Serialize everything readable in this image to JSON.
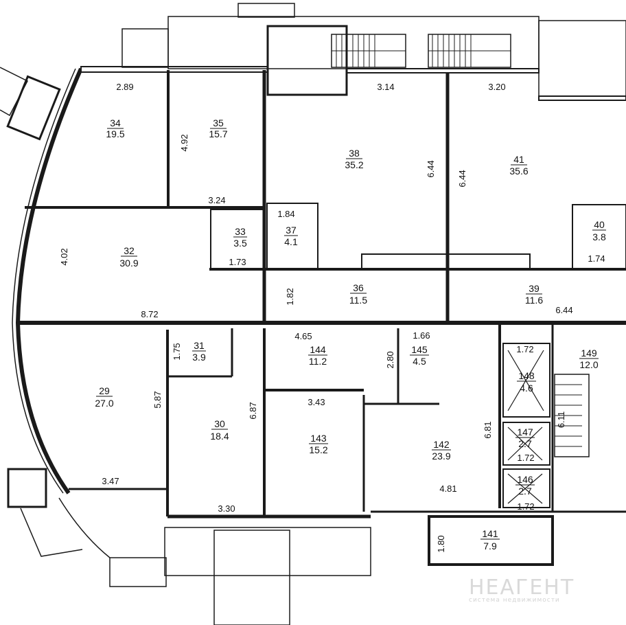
{
  "rooms": [
    {
      "id": "34",
      "number": "34",
      "area": "19.5"
    },
    {
      "id": "35",
      "number": "35",
      "area": "15.7"
    },
    {
      "id": "38",
      "number": "38",
      "area": "35.2"
    },
    {
      "id": "41",
      "number": "41",
      "area": "35.6"
    },
    {
      "id": "32",
      "number": "32",
      "area": "30.9"
    },
    {
      "id": "33",
      "number": "33",
      "area": "3.5"
    },
    {
      "id": "37",
      "number": "37",
      "area": "4.1"
    },
    {
      "id": "40",
      "number": "40",
      "area": "3.8"
    },
    {
      "id": "36",
      "number": "36",
      "area": "11.5"
    },
    {
      "id": "39",
      "number": "39",
      "area": "11.6"
    },
    {
      "id": "29",
      "number": "29",
      "area": "27.0"
    },
    {
      "id": "31",
      "number": "31",
      "area": "3.9"
    },
    {
      "id": "30",
      "number": "30",
      "area": "18.4"
    },
    {
      "id": "144",
      "number": "144",
      "area": "11.2"
    },
    {
      "id": "145",
      "number": "145",
      "area": "4.5"
    },
    {
      "id": "143",
      "number": "143",
      "area": "15.2"
    },
    {
      "id": "142",
      "number": "142",
      "area": "23.9"
    },
    {
      "id": "148",
      "number": "148",
      "area": "4.6"
    },
    {
      "id": "149",
      "number": "149",
      "area": "12.0"
    },
    {
      "id": "147",
      "number": "147",
      "area": "2.7"
    },
    {
      "id": "146",
      "number": "146",
      "area": "2.7"
    },
    {
      "id": "141",
      "number": "141",
      "area": "7.9"
    }
  ],
  "dimensions": [
    {
      "id": "d-289",
      "value": "2.89"
    },
    {
      "id": "d-314",
      "value": "3.14"
    },
    {
      "id": "d-320",
      "value": "3.20"
    },
    {
      "id": "d-492",
      "value": "4.92"
    },
    {
      "id": "d-644-a",
      "value": "6.44"
    },
    {
      "id": "d-644-b",
      "value": "6.44"
    },
    {
      "id": "d-324",
      "value": "3.24"
    },
    {
      "id": "d-184",
      "value": "1.84"
    },
    {
      "id": "d-402",
      "value": "4.02"
    },
    {
      "id": "d-173",
      "value": "1.73"
    },
    {
      "id": "d-174",
      "value": "1.74"
    },
    {
      "id": "d-182",
      "value": "1.82"
    },
    {
      "id": "d-872",
      "value": "8.72"
    },
    {
      "id": "d-644-c",
      "value": "6.44"
    },
    {
      "id": "d-465",
      "value": "4.65"
    },
    {
      "id": "d-166",
      "value": "1.66"
    },
    {
      "id": "d-172-a",
      "value": "1.72"
    },
    {
      "id": "d-175",
      "value": "1.75"
    },
    {
      "id": "d-280",
      "value": "2.80"
    },
    {
      "id": "d-587",
      "value": "5.87"
    },
    {
      "id": "d-687",
      "value": "6.87"
    },
    {
      "id": "d-343",
      "value": "3.43"
    },
    {
      "id": "d-611",
      "value": "6.11"
    },
    {
      "id": "d-681",
      "value": "6.81"
    },
    {
      "id": "d-172-b",
      "value": "1.72"
    },
    {
      "id": "d-347",
      "value": "3.47"
    },
    {
      "id": "d-481",
      "value": "4.81"
    },
    {
      "id": "d-172-c",
      "value": "1.72"
    },
    {
      "id": "d-330",
      "value": "3.30"
    },
    {
      "id": "d-180",
      "value": "1.80"
    }
  ],
  "watermark": {
    "title": "НЕАГЕНТ",
    "subtitle": "система недвижимости"
  }
}
